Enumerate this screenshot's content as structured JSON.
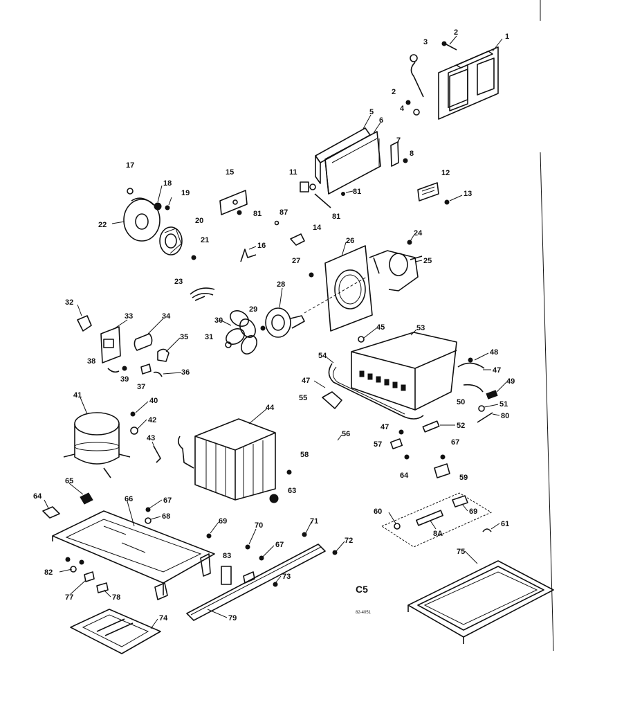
{
  "diagram": {
    "section_label": "C5",
    "drawing_code": "82-4051",
    "callouts": [
      "1",
      "2",
      "3",
      "2",
      "4",
      "5",
      "6",
      "7",
      "8",
      "11",
      "81",
      "81",
      "12",
      "13",
      "17",
      "18",
      "19",
      "22",
      "20",
      "21",
      "15",
      "81",
      "87",
      "14",
      "16",
      "24",
      "26",
      "25",
      "27",
      "23",
      "28",
      "29",
      "30",
      "31",
      "32",
      "33",
      "34",
      "35",
      "36",
      "38",
      "39",
      "37",
      "45",
      "53",
      "54",
      "47",
      "48",
      "47",
      "55",
      "50",
      "49",
      "51",
      "52",
      "80",
      "41",
      "40",
      "42",
      "43",
      "44",
      "47",
      "57",
      "67",
      "56",
      "58",
      "63",
      "64",
      "59",
      "65",
      "64",
      "66",
      "67",
      "68",
      "69",
      "70",
      "71",
      "72",
      "67",
      "73",
      "83",
      "82",
      "77",
      "78",
      "79",
      "60",
      "8A",
      "69",
      "61",
      "75",
      "74"
    ]
  }
}
